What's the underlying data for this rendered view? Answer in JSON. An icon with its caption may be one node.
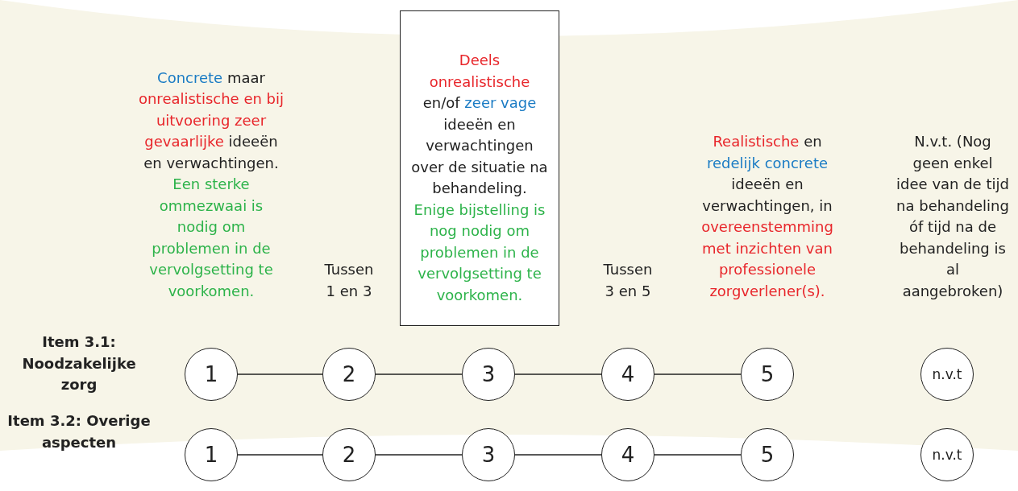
{
  "diagram": {
    "nodes": [
      {
        "text": [
          "Deels onrealistische",
          "en/of",
          "zeer vage",
          "ideeën en verwachtingen over de situatie na behandeling.",
          "Enige bijstelling is nog nodig om problemen in de vervolgsetting te voorkomen."
        ]
      },
      {
        "text": [
          "1"
        ]
      },
      {
        "text": [
          "2"
        ]
      },
      {
        "text": [
          "3"
        ]
      },
      {
        "text": [
          "4"
        ]
      },
      {
        "text": [
          "5"
        ]
      },
      {
        "text": [
          "n.v.t"
        ]
      },
      {
        "text": [
          "1"
        ]
      },
      {
        "text": [
          "2"
        ]
      },
      {
        "text": [
          "3"
        ]
      },
      {
        "text": [
          "4"
        ]
      },
      {
        "text": [
          "5"
        ]
      },
      {
        "text": [
          "n.v.t"
        ]
      }
    ],
    "edges": [
      {
        "from": 1,
        "to": 2,
        "arrow": "none"
      },
      {
        "from": 2,
        "to": 3,
        "arrow": "none"
      },
      {
        "from": 3,
        "to": 4,
        "arrow": "none"
      },
      {
        "from": 4,
        "to": 5,
        "arrow": "none"
      },
      {
        "from": 7,
        "to": 8,
        "arrow": "none"
      },
      {
        "from": 8,
        "to": 9,
        "arrow": "none"
      },
      {
        "from": 9,
        "to": 10,
        "arrow": "none"
      },
      {
        "from": 10,
        "to": 11,
        "arrow": "none"
      }
    ],
    "labels": [
      "Concrete",
      "maar",
      "onrealistische en bij uitvoering zeer gevaarlijke",
      "ideeën en verwachtingen.",
      "Een sterke ommezwaai is nodig om problemen in de vervolgsetting te voorkomen.",
      "Tussen 1 en 3",
      "Tussen 3 en 5",
      "Realistische",
      "en",
      "redelijk concrete",
      "ideeën en verwachtingen, in",
      "overeenstemming met inzichten van professionele zorgverlener(s).",
      "N.v.t. (Nog geen enkel idee van de tijd na behandeling óf tijd na de behandeling is al aangebroken)",
      "Item 3.1: Noodzakelijke zorg",
      "Item 3.2: Overige aspecten"
    ]
  }
}
